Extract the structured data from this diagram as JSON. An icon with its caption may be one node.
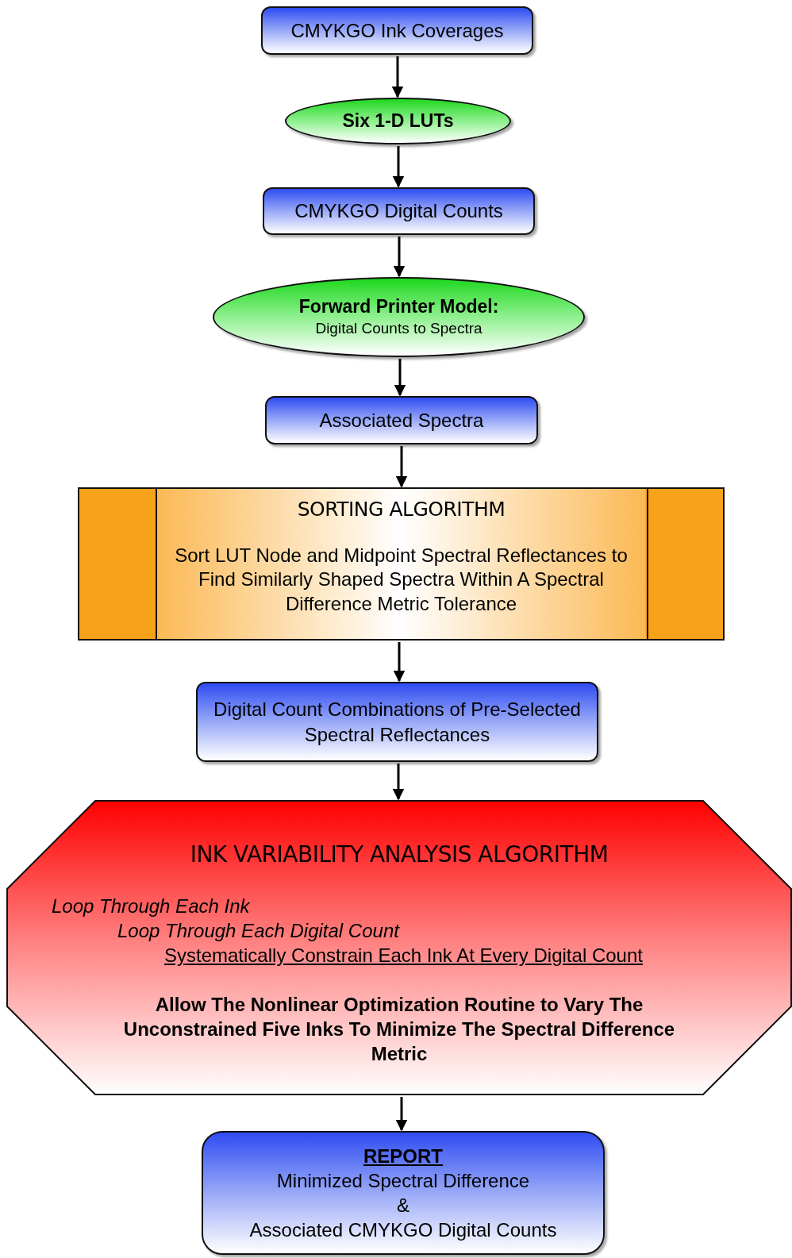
{
  "diagram": {
    "nodes": [
      {
        "text": [
          "CMYKGO Ink Coverages"
        ]
      },
      {
        "text": [
          "Six 1-D LUTs"
        ]
      },
      {
        "text": [
          "CMYKGO Digital Counts"
        ]
      },
      {
        "text": [
          "Forward Printer Model:",
          "Digital Counts to Spectra"
        ]
      },
      {
        "text": [
          "Associated Spectra"
        ]
      },
      {
        "text": [
          "SORTING ALGORITHM",
          "Sort LUT Node and Midpoint Spectral Reflectances to Find Similarly Shaped Spectra Within A Spectral Difference Metric Tolerance"
        ]
      },
      {
        "text": [
          "Digital Count Combinations of Pre-Selected Spectral Reflectances"
        ]
      },
      {
        "text": [
          "INK VARIABILITY ANALYSIS ALGORITHM",
          "Loop Through Each Ink",
          "Loop Through Each Digital Count",
          "Systematically Constrain Each Ink At Every Digital Count",
          "Allow The Nonlinear Optimization Routine to Vary The Unconstrained Five Inks To Minimize The Spectral Difference Metric"
        ]
      },
      {
        "text": [
          "REPORT",
          "Minimized Spectral Difference",
          "&",
          "Associated CMYKGO Digital Counts"
        ]
      }
    ],
    "edges": [
      {
        "from": 0,
        "to": 1,
        "arrow": "to"
      },
      {
        "from": 1,
        "to": 2,
        "arrow": "to"
      },
      {
        "from": 2,
        "to": 3,
        "arrow": "to"
      },
      {
        "from": 3,
        "to": 4,
        "arrow": "to"
      },
      {
        "from": 4,
        "to": 5,
        "arrow": "to"
      },
      {
        "from": 5,
        "to": 6,
        "arrow": "to"
      },
      {
        "from": 6,
        "to": 7,
        "arrow": "to"
      },
      {
        "from": 7,
        "to": 8,
        "arrow": "to"
      }
    ]
  }
}
